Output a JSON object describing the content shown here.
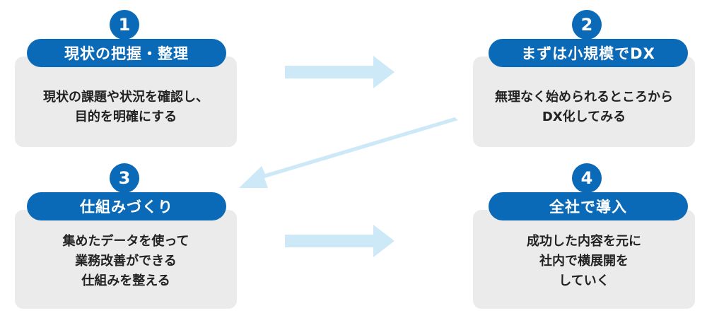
{
  "colors": {
    "accent": "#0a6ab8",
    "card_bg": "#ebebeb",
    "arrow": "#cde9f8",
    "text": "#222222"
  },
  "steps": [
    {
      "number": "1",
      "title": "現状の把握・整理",
      "desc": "現状の課題や状況を確認し、\n目的を明確にする"
    },
    {
      "number": "2",
      "title": "まずは小規模でDX",
      "desc": "無理なく始められるところから\nDX化してみる"
    },
    {
      "number": "3",
      "title": "仕組みづくり",
      "desc": "集めたデータを使って\n業務改善ができる\n仕組みを整える"
    },
    {
      "number": "4",
      "title": "全社で導入",
      "desc": "成功した内容を元に\n社内で横展開を\nしていく"
    }
  ]
}
